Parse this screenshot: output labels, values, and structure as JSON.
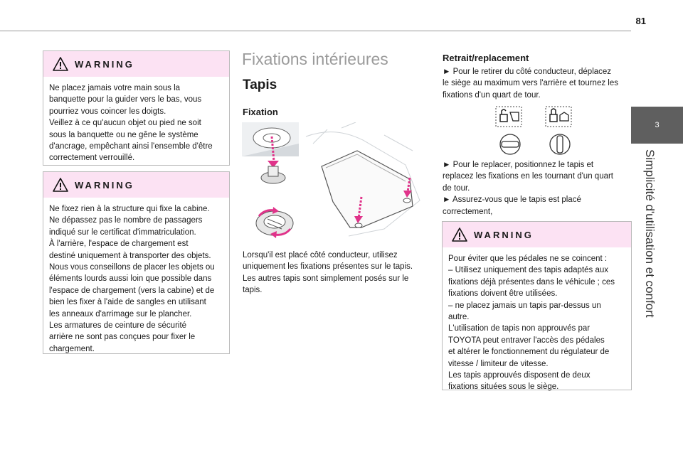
{
  "page": {
    "number": "81"
  },
  "chapter": {
    "number": "3",
    "title": "Simplicité d'utilisation et confort"
  },
  "warning_label": "WARNING",
  "warnings": [
    {
      "text": "Ne placez jamais votre main sous la\nbanquette pour la guider vers le bas, vous\npourriez vous coincer les doigts.\nVeillez à ce qu'aucun objet ou pied ne soit\nsous la banquette ou ne gêne le système\nd'ancrage, empêchant ainsi l'ensemble d'être\ncorrectement verrouillé."
    },
    {
      "text": "Ne fixez rien à la structure qui fixe la cabine.\nNe dépassez pas le nombre de passagers\nindiqué sur le certificat d'immatriculation.\nÀ l'arrière, l'espace de chargement est\ndestiné uniquement à transporter des objets.\nNous vous conseillons de placer les objets ou\néléments lourds aussi loin que possible dans\nl'espace de chargement (vers la cabine) et de\nbien les fixer à l'aide de sangles en utilisant\nles anneaux d'arrimage sur le plancher.\nLes armatures de ceinture de sécurité\narrière ne sont pas conçues pour fixer le\nchargement."
    },
    {
      "text": "Pour éviter que les pédales ne se coincent :\n–  Utilisez uniquement des tapis adaptés aux\nfixations déjà présentes dans le véhicule ; ces\nfixations doivent être utilisées.\n–  ne placez jamais un tapis par-dessus un\nautre.\nL'utilisation de tapis non approuvés par\nTOYOTA peut entraver l'accès des pédales\net altérer le fonctionnement du régulateur de\nvitesse / limiteur de vitesse.\nLes tapis approuvés disposent de deux\nfixations situées sous le siège."
    }
  ],
  "middle": {
    "title": "Fixations intérieures",
    "subtitle": "Tapis",
    "section": "Fixation",
    "paragraph": "Lorsqu'il est placé côté conducteur, utilisez\nuniquement les fixations présentes sur le tapis.\nLes autres tapis sont simplement posés sur le\ntapis."
  },
  "right": {
    "heading": "Retrait/replacement",
    "step1": "►  Pour le retirer du côté conducteur, déplacez\nle siège au maximum vers l'arrière et tournez les\nfixations d'un quart de tour.",
    "step2": "►  Pour le replacer, positionnez le tapis et\nreplacez les fixations en les tournant d'un quart\nde tour.\n►  Assurez-vous que le tapis est placé\ncorrectement,"
  },
  "colors": {
    "warning_header": "#fce2f3",
    "accent_arrow": "#e0338a",
    "chapter_tab": "#5f5f5f",
    "title_gray": "#9b9b9b"
  }
}
